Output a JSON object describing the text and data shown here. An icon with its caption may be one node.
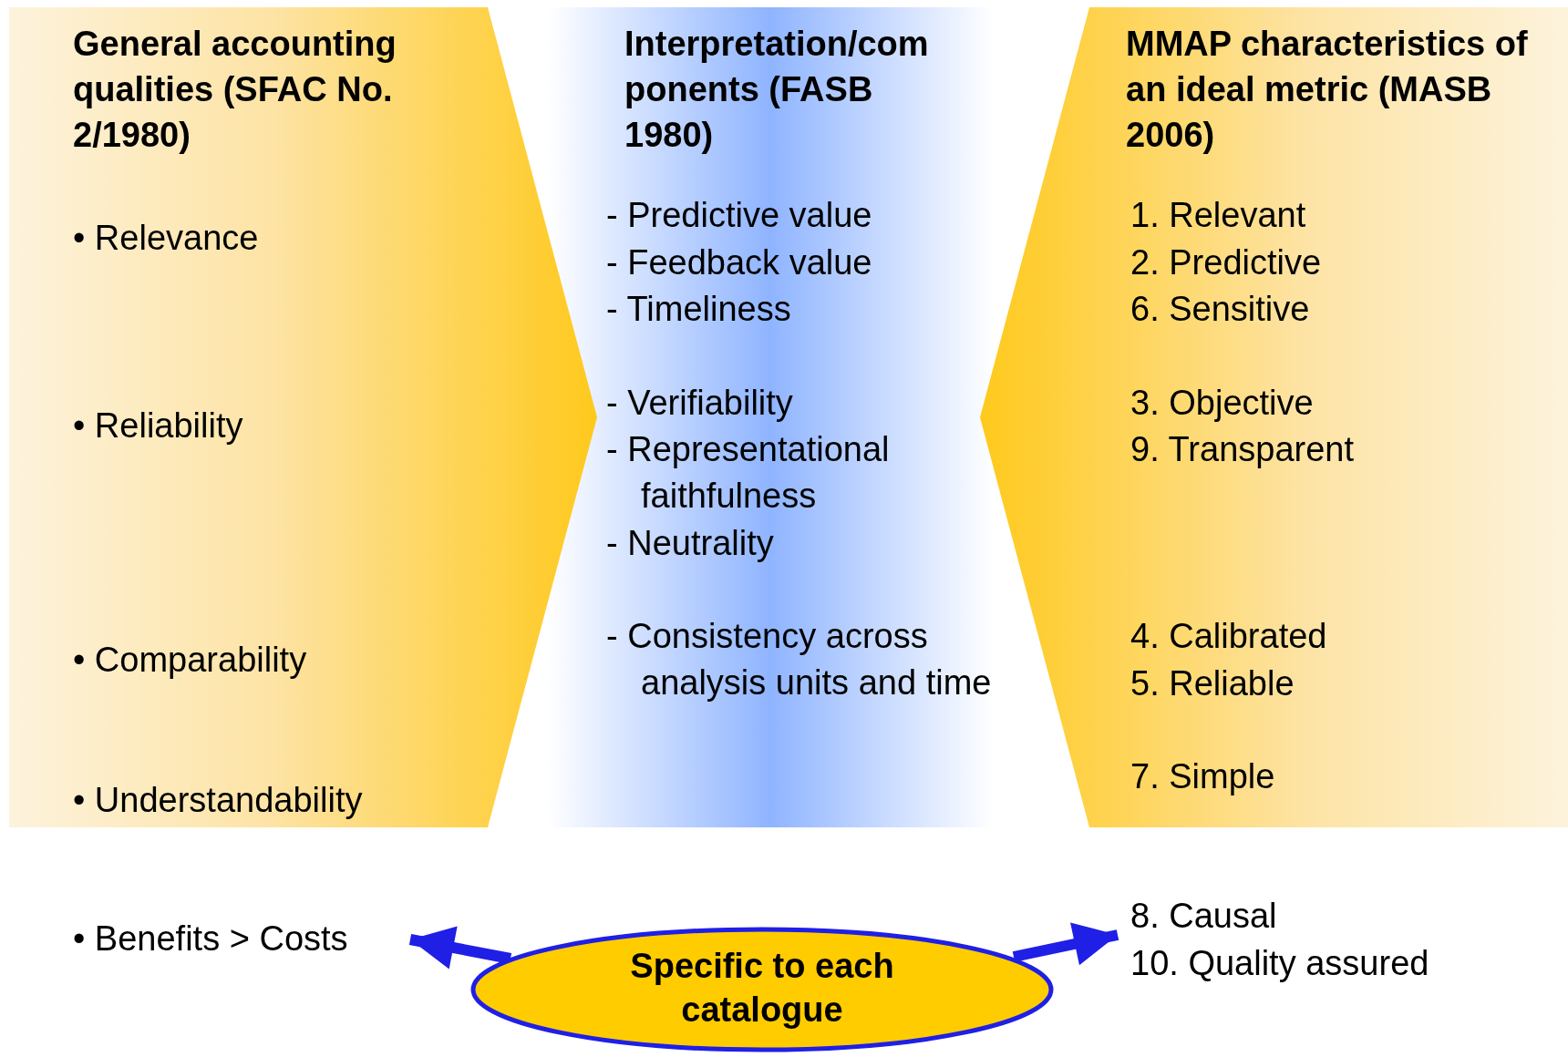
{
  "diagram": {
    "nodes": [
      {
        "text": [
          "General accounting qualities (SFAC No. 2/1980)",
          "• Relevance",
          "• Reliability",
          "• Comparability",
          "• Understandability"
        ]
      },
      {
        "text": [
          "Interpretation/components (FASB 1980)",
          "- Predictive value",
          "- Feedback value",
          "- Timeliness",
          "- Verifiability",
          "- Representational faithfulness",
          "- Neutrality",
          "- Consistency across analysis units and time"
        ]
      },
      {
        "text": [
          "MMAP characteristics of an ideal metric (MASB 2006)",
          "1. Relevant",
          "2. Predictive",
          "6. Sensitive",
          "3. Objective",
          "9. Transparent",
          "4. Calibrated",
          "5. Reliable",
          "7. Simple"
        ]
      },
      {
        "text": [
          "• Benefits > Costs"
        ]
      },
      {
        "text": [
          "Specific to each catalogue"
        ]
      },
      {
        "text": [
          "8. Causal",
          "10. Quality assured"
        ]
      }
    ],
    "edges": [
      {
        "from": 4,
        "to": 3,
        "arrow": "to"
      },
      {
        "from": 4,
        "to": 5,
        "arrow": "to"
      }
    ]
  }
}
